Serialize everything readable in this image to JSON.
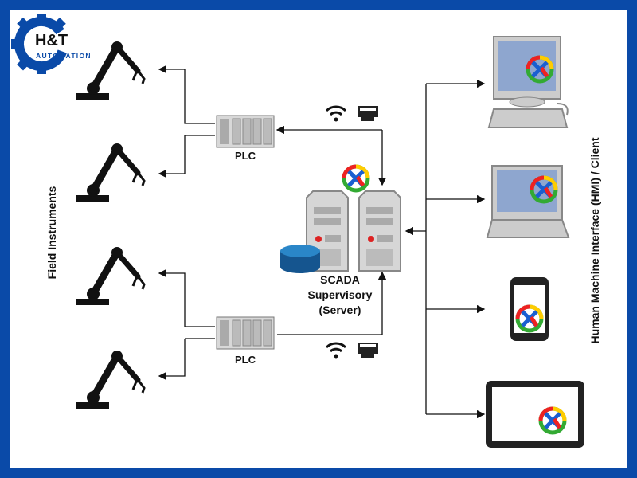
{
  "logo": {
    "brand": "H&T",
    "sub": "AUTOMATION",
    "color": "#0a4aa8"
  },
  "labels": {
    "field": "Field Instruments",
    "hmi": "Human Machine Interface (HMI) / Client",
    "plc1": "PLC",
    "plc2": "PLC",
    "scada1": "SCADA",
    "scada2": "Supervisory",
    "scada3": "(Server)"
  },
  "colors": {
    "border": "#0a4aa8",
    "screen": "#8ea6cf",
    "device": "#c8c8c8",
    "database": "#1e6fb0"
  }
}
